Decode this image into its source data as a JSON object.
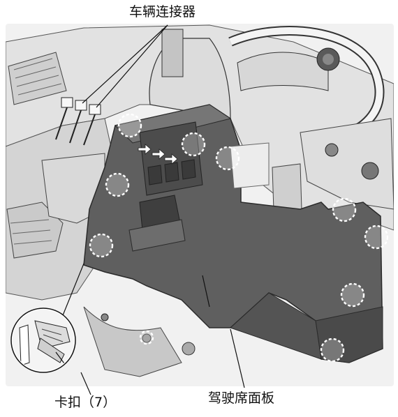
{
  "labels": {
    "vehicle_connector": "车辆连接器",
    "clip": "卡扣（7）",
    "driver_panel": "驾驶席面板"
  },
  "colors": {
    "panel_fill": "#5f5f5f",
    "panel_shade": "#4a4a4a",
    "interior_light": "#e6e6e6",
    "interior_mid": "#c9c9c9",
    "line": "#2a2a2a",
    "clip_marker": "#ffffff"
  },
  "clip_count": 10,
  "connector_arrows": [
    "arrow-icon",
    "arrow-icon",
    "arrow-icon"
  ]
}
